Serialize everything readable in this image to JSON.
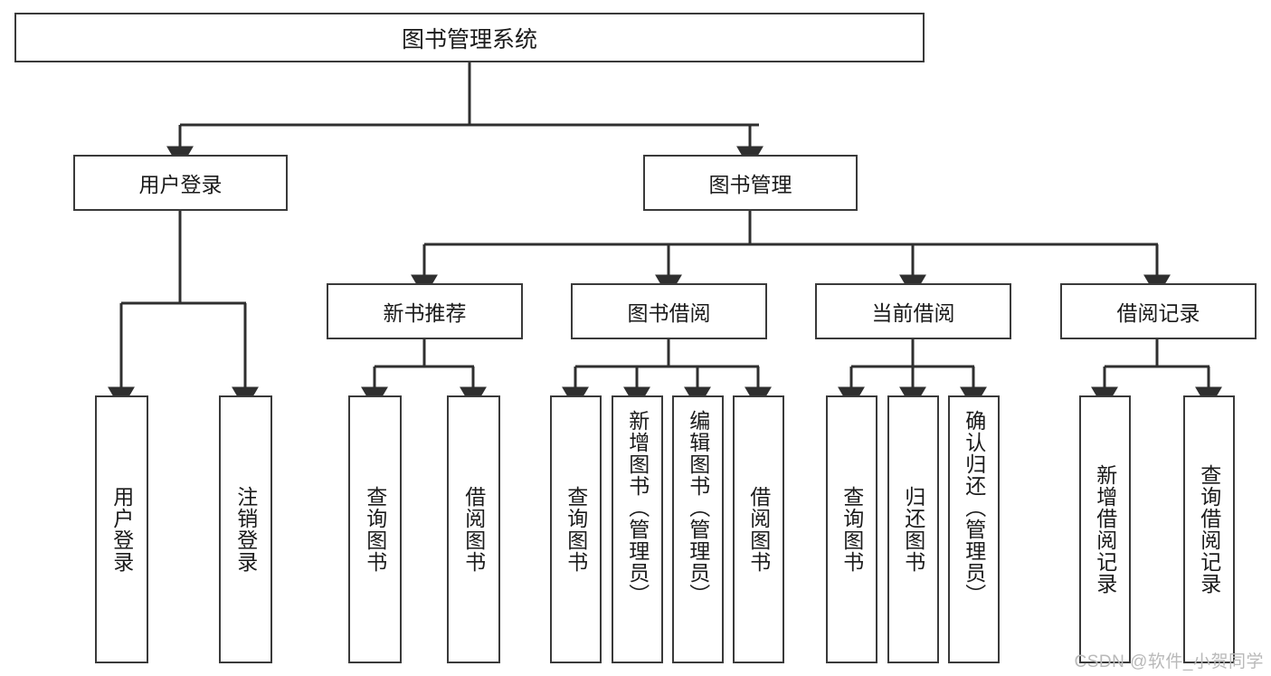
{
  "diagram": {
    "title": "图书管理系统",
    "type": "tree",
    "root": {
      "label": "图书管理系统"
    },
    "level2": [
      {
        "label": "用户登录"
      },
      {
        "label": "图书管理"
      }
    ],
    "level3": [
      {
        "label": "新书推荐"
      },
      {
        "label": "图书借阅"
      },
      {
        "label": "当前借阅"
      },
      {
        "label": "借阅记录"
      }
    ],
    "leaves": {
      "user_login": [
        {
          "label": "用户登录"
        },
        {
          "label": "注销登录"
        }
      ],
      "new_book_recommend": [
        {
          "label": "查询图书"
        },
        {
          "label": "借阅图书"
        }
      ],
      "book_borrow": [
        {
          "label": "查询图书"
        },
        {
          "label": "新增图书（管理员）"
        },
        {
          "label": "编辑图书（管理员）"
        },
        {
          "label": "借阅图书"
        }
      ],
      "current_borrow": [
        {
          "label": "查询图书"
        },
        {
          "label": "归还图书"
        },
        {
          "label": "确认归还（管理员）"
        }
      ],
      "borrow_record": [
        {
          "label": "新增借阅记录"
        },
        {
          "label": "查询借阅记录"
        }
      ]
    },
    "watermark": "CSDN @软件_小贺同学",
    "colors": {
      "border": "#3a3a3a",
      "text": "#1b1b1b",
      "background": "#ffffff",
      "watermark": "#b9b9b9"
    }
  }
}
